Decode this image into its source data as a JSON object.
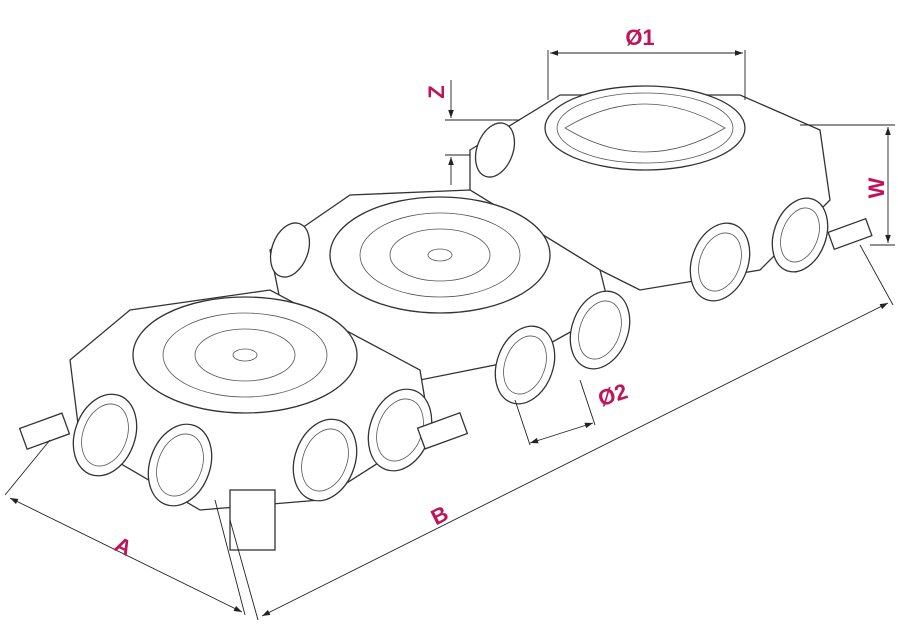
{
  "labels": {
    "diameter_1": "Ø1",
    "diameter_2": "Ø2",
    "height_z": "Z",
    "width_w": "W",
    "dim_a": "A",
    "dim_b": "B"
  },
  "colors": {
    "label": "#c0145a",
    "line": "#222222"
  }
}
